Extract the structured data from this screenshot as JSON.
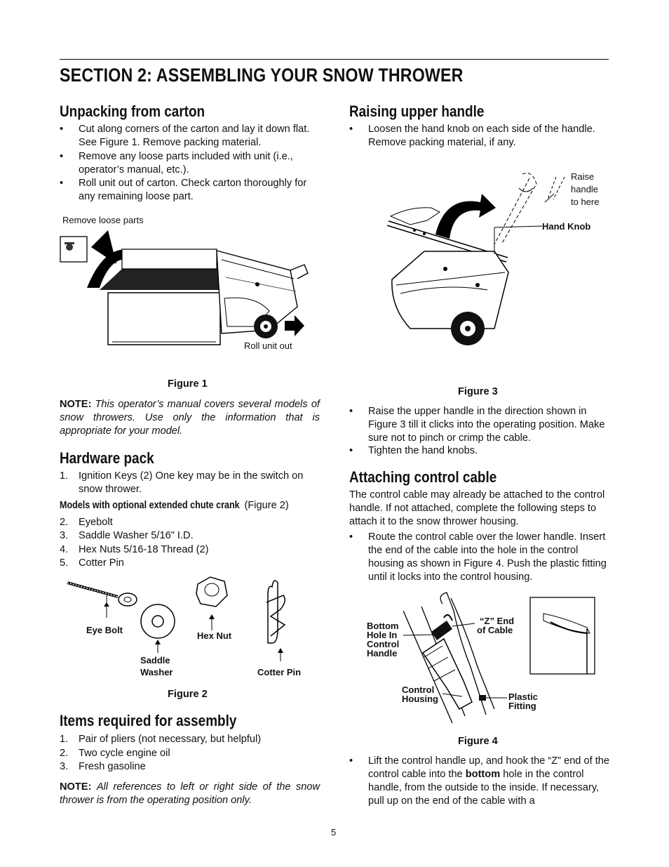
{
  "page": {
    "section_title": "SECTION 2:  ASSEMBLING YOUR SNOW THROWER",
    "page_number": "5"
  },
  "unpacking": {
    "heading": "Unpacking from carton",
    "bullets": [
      "Cut along corners of the carton and lay it down flat. See Figure 1. Remove packing material.",
      "Remove any loose parts included with unit (i.e., operator’s manual, etc.).",
      "Roll unit out of carton. Check carton thoroughly for any remaining loose part."
    ],
    "figure1": {
      "label_loose": "Remove loose parts",
      "label_roll": "Roll unit out",
      "caption": "Figure 1"
    }
  },
  "note1": {
    "prefix": "NOTE:",
    "text": "This operator’s manual covers several models of snow throwers. Use only the information that is appropriate for your model."
  },
  "hardware": {
    "heading": "Hardware pack",
    "item1": "Ignition Keys (2) One key may be in the switch on snow thrower.",
    "models_label": "Models with optional extended chute crank",
    "models_ref": " (Figure 2)",
    "items": [
      "Eyebolt",
      "Saddle Washer 5/16\" I.D.",
      "Hex Nuts 5/16-18 Thread (2)",
      "Cotter Pin"
    ],
    "figure2": {
      "eye_bolt": "Eye Bolt",
      "saddle": "Saddle",
      "washer": "Washer",
      "hex_nut": "Hex Nut",
      "cotter_pin": "Cotter Pin",
      "caption": "Figure 2"
    }
  },
  "items_required": {
    "heading": "Items required for assembly",
    "items": [
      "Pair of pliers (not necessary, but helpful)",
      "Two cycle engine oil",
      "Fresh gasoline"
    ]
  },
  "note2": {
    "prefix": "NOTE:",
    "text": "All references to left or right side of the snow thrower is from the operating position only."
  },
  "raising": {
    "heading": "Raising upper handle",
    "bullet1": "Loosen the hand knob on each side of the handle. Remove packing material, if any.",
    "figure3": {
      "raise1": "Raise",
      "raise2": "handle",
      "raise3": "to here",
      "hand_knob": "Hand Knob",
      "caption": "Figure 3"
    },
    "bullets_after": [
      "Raise the upper handle in the direction shown in Figure 3 till it clicks into the operating position. Make sure not to pinch or crimp the cable.",
      "Tighten the hand knobs."
    ]
  },
  "attaching": {
    "heading": "Attaching control cable",
    "intro": "The control cable may already be attached to the control handle. If not attached, complete the following steps to attach it to the snow thrower housing.",
    "bullet1": "Route the control cable over the lower handle. Insert the end of the cable into the hole in the control housing as shown in Figure 4. Push the plastic fitting until it locks into the control housing.",
    "figure4": {
      "bottom_hole": [
        "Bottom",
        "Hole In",
        "Control",
        "Handle"
      ],
      "z_end": [
        "“Z” End",
        "of Cable"
      ],
      "control_housing": [
        "Control",
        "Housing"
      ],
      "plastic_fitting": [
        "Plastic",
        "Fitting"
      ],
      "caption": "Figure 4"
    },
    "bullet2_a": "Lift the control handle up, and hook the “Z” end of the control cable into the ",
    "bullet2_bold": "bottom",
    "bullet2_b": " hole in the control handle, from the outside to the inside. If necessary, pull up on the end of the cable with a"
  }
}
